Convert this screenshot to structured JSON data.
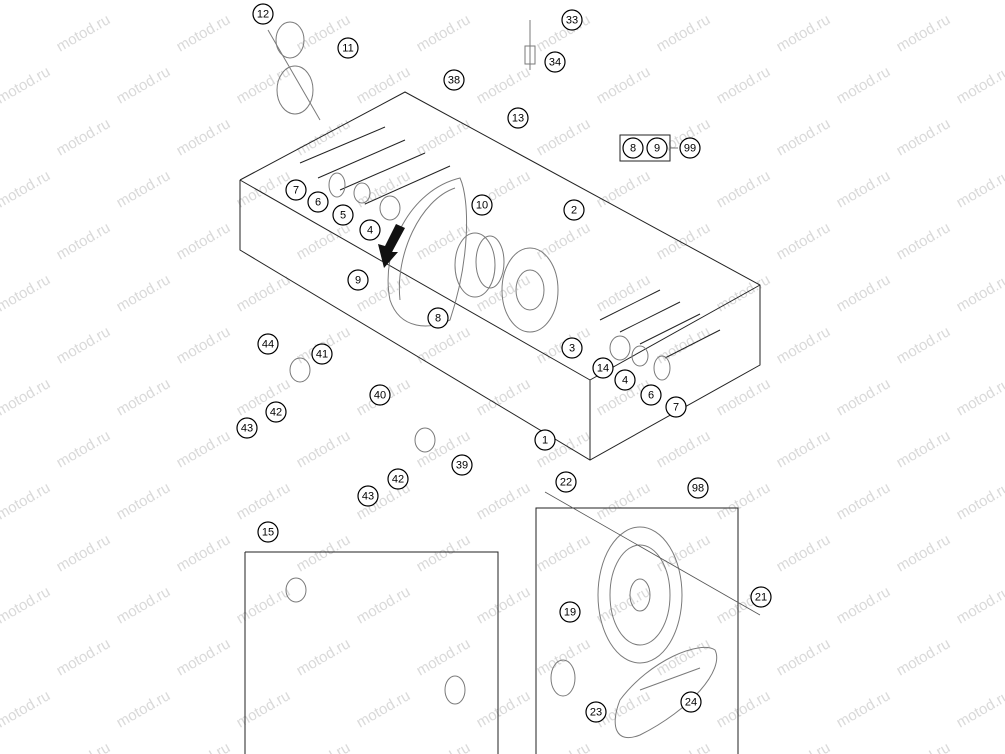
{
  "watermark": "motod.ru",
  "callouts": [
    "1",
    "2",
    "3",
    "4",
    "4",
    "5",
    "6",
    "6",
    "7",
    "7",
    "8",
    "9",
    "10",
    "11",
    "12",
    "13",
    "14",
    "15",
    "19",
    "21",
    "22",
    "23",
    "24",
    "33",
    "34",
    "38",
    "39",
    "40",
    "41",
    "42",
    "42",
    "43",
    "43",
    "44",
    "98",
    "99"
  ],
  "kit": {
    "items": [
      "8",
      "9"
    ],
    "ref": "99"
  }
}
